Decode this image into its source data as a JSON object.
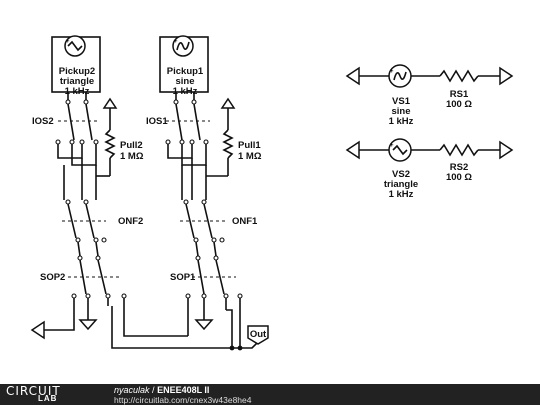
{
  "components": {
    "pickup2": {
      "name": "Pickup2",
      "wave": "triangle",
      "freq": "1 kHz"
    },
    "pickup1": {
      "name": "Pickup1",
      "wave": "sine",
      "freq": "1 kHz"
    },
    "ios2": "IOS2",
    "ios1": "IOS1",
    "pull2": {
      "name": "Pull2",
      "value": "1 MΩ"
    },
    "pull1": {
      "name": "Pull1",
      "value": "1 MΩ"
    },
    "onf2": "ONF2",
    "onf1": "ONF1",
    "sop2": "SOP2",
    "sop1": "SOP1",
    "out": "Out",
    "vs1": {
      "name": "VS1",
      "wave": "sine",
      "freq": "1 kHz"
    },
    "rs1": {
      "name": "RS1",
      "value": "100 Ω"
    },
    "vs2": {
      "name": "VS2",
      "wave": "triangle",
      "freq": "1 kHz"
    },
    "rs2": {
      "name": "RS2",
      "value": "100 Ω"
    }
  },
  "footer": {
    "logo_top": "CIRCUIT",
    "logo_bottom": "LAB",
    "author": "nyaculak",
    "title": "ENEE408L II",
    "url": "http://circuitlab.com/cnex3w43e8he4"
  }
}
